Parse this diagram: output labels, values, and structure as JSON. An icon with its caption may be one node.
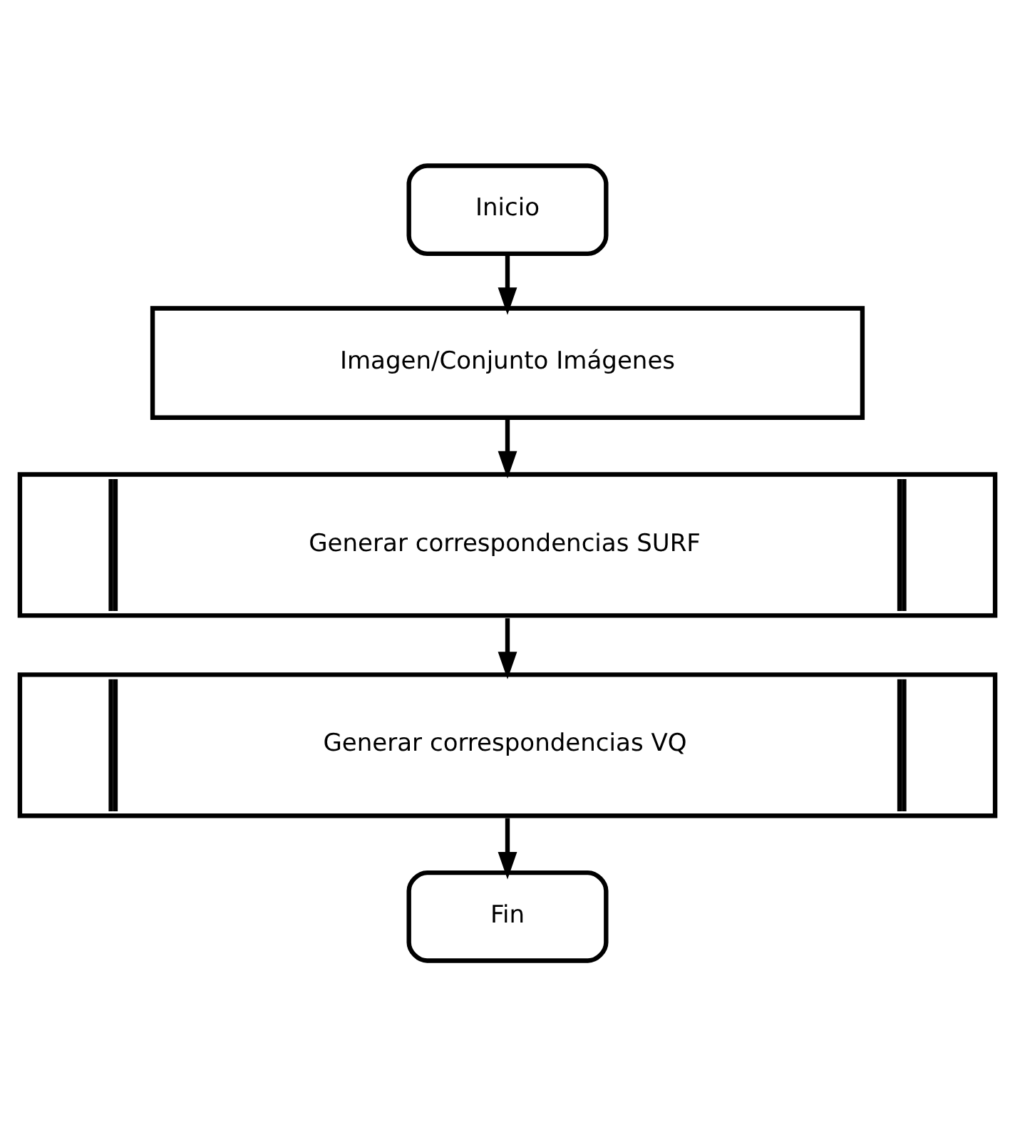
{
  "diagram": {
    "nodes": [
      {
        "text": [
          "Inicio"
        ]
      },
      {
        "text": [
          "Imagen/Conjunto Imágenes"
        ]
      },
      {
        "text": [
          "Generar correspondencias SURF"
        ]
      },
      {
        "text": [
          "Generar correspondencias VQ"
        ]
      },
      {
        "text": [
          "Fin"
        ]
      }
    ],
    "edges": [
      {
        "from": 0,
        "to": 1,
        "arrow": "to"
      },
      {
        "from": 1,
        "to": 2,
        "arrow": "to"
      },
      {
        "from": 2,
        "to": 3,
        "arrow": "to"
      },
      {
        "from": 3,
        "to": 4,
        "arrow": "to"
      }
    ]
  }
}
